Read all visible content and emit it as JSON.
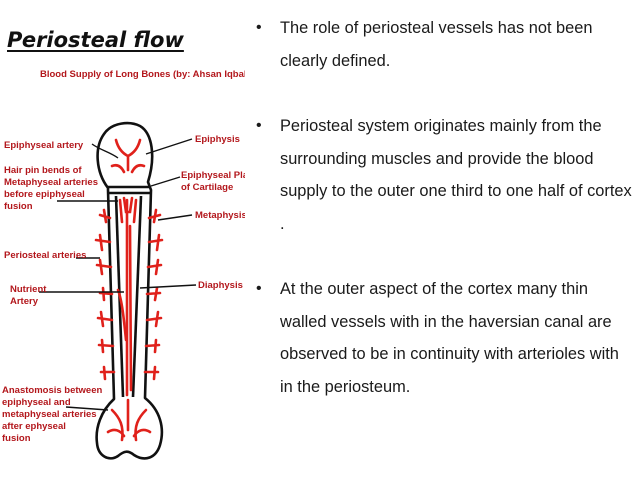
{
  "slide": {
    "title": "Periosteal flow",
    "bullets": [
      "The role of periosteal vessels has not been clearly defined.",
      "Periosteal system originates mainly from the surrounding muscles and provide the blood supply to the outer one third to one half of cortex .",
      "At the outer aspect of the cortex many thin walled vessels with in the haversian canal are observed to be in continuity with arterioles with in the periosteum."
    ]
  },
  "diagram": {
    "caption": "Blood Supply of Long Bones (by: Ahsan Iqbal)",
    "labels": {
      "epiphyseal_artery": "Epiphyseal artery",
      "hair_pin_1": "Hair pin bends of",
      "hair_pin_2": "Metaphyseal arteries",
      "hair_pin_3": "before epiphyseal",
      "hair_pin_4": "fusion",
      "periosteal_arteries": "Periosteal arteries",
      "nutrient_1": "Nutrient",
      "nutrient_2": "Artery",
      "anastomosis_1": "Anastomosis between",
      "anastomosis_2": "epiphyseal and",
      "anastomosis_3": "metaphyseal arteries",
      "anastomosis_4": "after ephyseal",
      "anastomosis_5": "fusion",
      "epiphysis": "Epiphysis",
      "epiphyseal_plate_1": "Epiphyseal Plate",
      "epiphyseal_plate_2": "of Cartilage",
      "metaphysis": "Metaphysis",
      "diaphysis": "Diaphysis"
    },
    "colors": {
      "artery": "#e0211b",
      "outline": "#111111",
      "label": "#b3171c"
    }
  }
}
